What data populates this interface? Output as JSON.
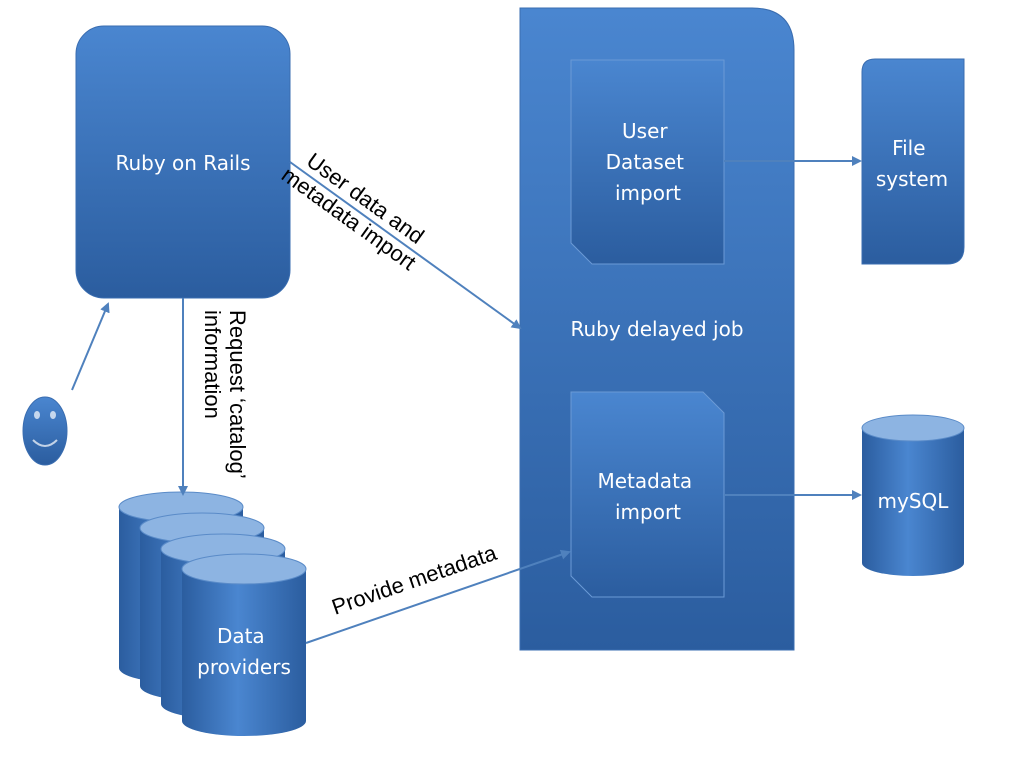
{
  "nodes": {
    "ruby_on_rails": "Ruby on Rails",
    "delayed_job": "Ruby delayed job",
    "user_dataset_import": [
      "User",
      "Dataset",
      "import"
    ],
    "metadata_import": [
      "Metadata",
      "import"
    ],
    "file_system": [
      "File",
      "system"
    ],
    "mysql": "mySQL",
    "data_providers": [
      "Data",
      "providers"
    ]
  },
  "edges": {
    "rails_to_job": [
      "User data and",
      "metadata import"
    ],
    "rails_to_providers": [
      "Request ‘catalog’",
      "information"
    ],
    "providers_to_metadata": "Provide metadata"
  },
  "colors": {
    "shape_top": "#4a86d0",
    "shape_bottom": "#2a5a9e",
    "cyl_top": "#8db4e2",
    "arrow": "#4f81bd"
  }
}
